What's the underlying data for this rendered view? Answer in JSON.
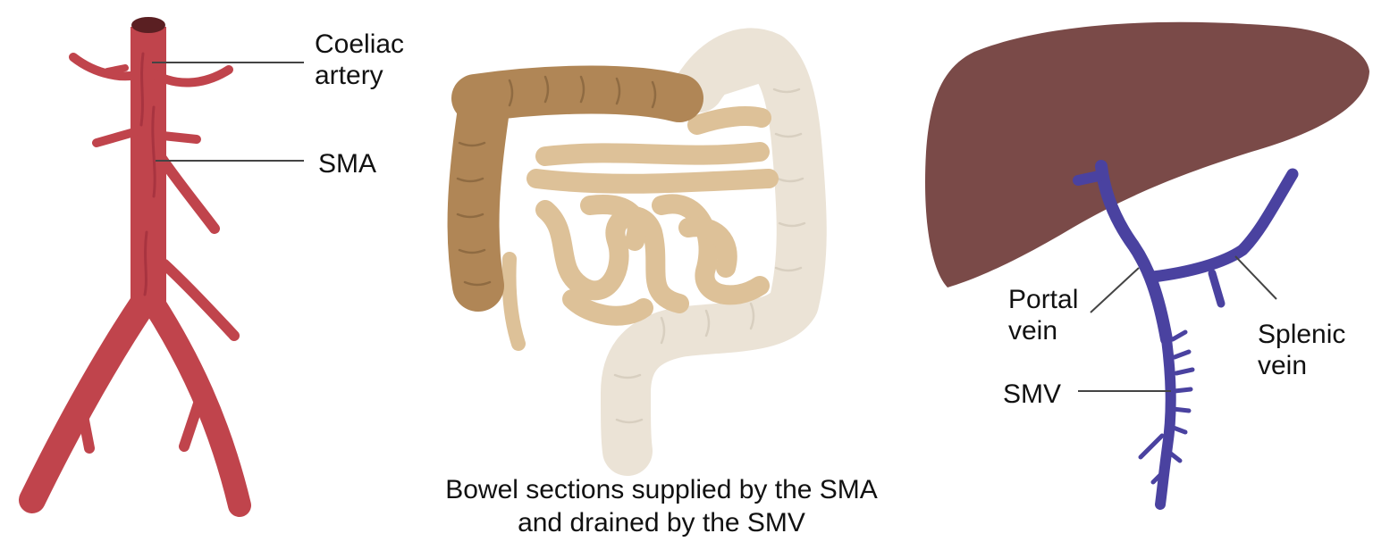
{
  "labels": {
    "coeliac_line1": "Coeliac",
    "coeliac_line2": "artery",
    "sma": "SMA",
    "portal_line1": "Portal",
    "portal_line2": "vein",
    "splenic_line1": "Splenic",
    "splenic_line2": "vein",
    "smv": "SMV"
  },
  "caption": {
    "line1": "Bowel sections supplied by the SMA",
    "line2": "and drained by the SMV"
  },
  "colors": {
    "artery": "#c0444c",
    "artery_highlight": "#a83440",
    "aorta_lumen": "#5a1f22",
    "liver": "#7a4a48",
    "vein": "#4a42a0",
    "colon_dark": "#b08656",
    "small_bowel": "#ddc198",
    "colon_light": "#ebe3d6",
    "leader_line": "#444444"
  }
}
